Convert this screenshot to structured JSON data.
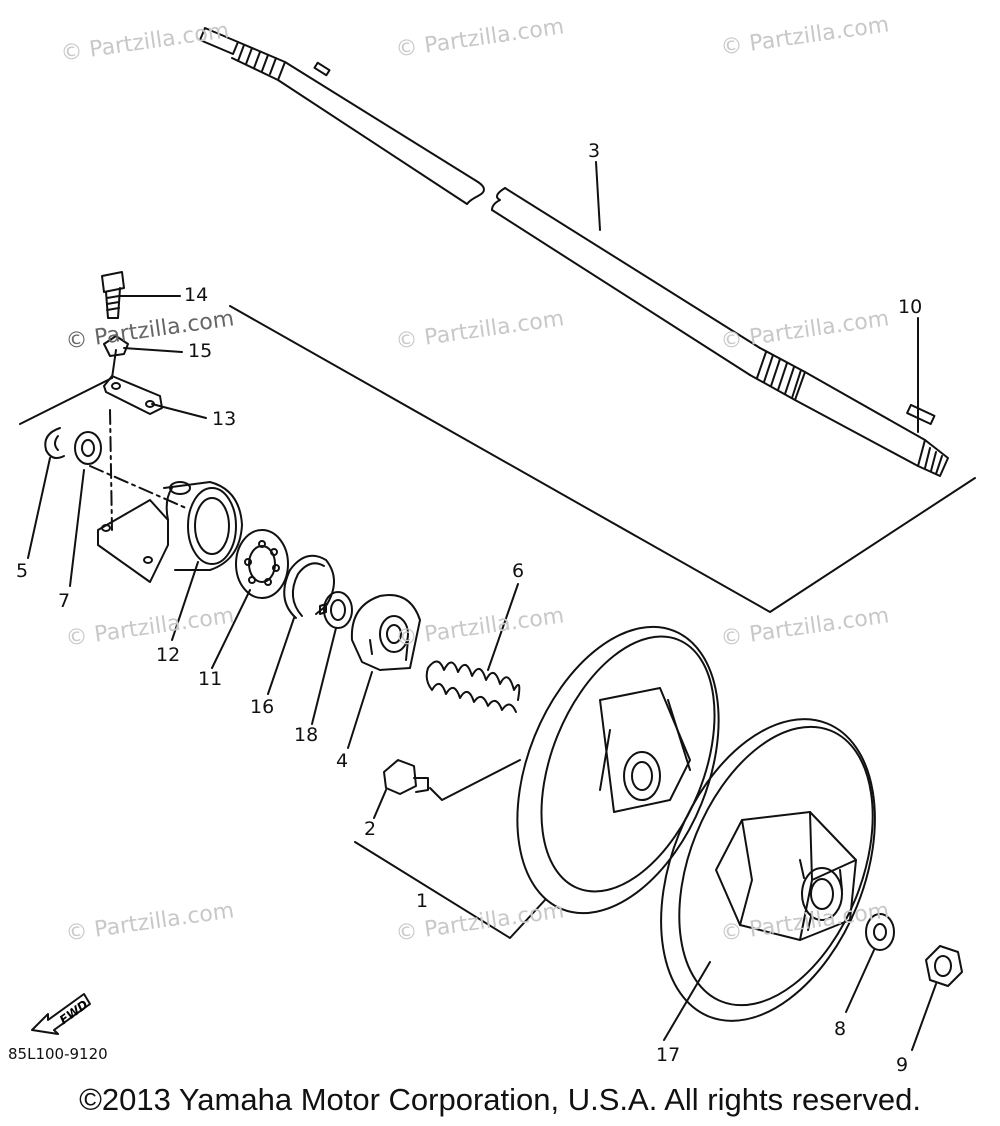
{
  "watermark": "© Partzilla.com",
  "parts": [
    {
      "id": "part-1",
      "number": "1"
    },
    {
      "id": "part-2",
      "number": "2"
    },
    {
      "id": "part-3",
      "number": "3"
    },
    {
      "id": "part-4",
      "number": "4"
    },
    {
      "id": "part-5",
      "number": "5"
    },
    {
      "id": "part-6",
      "number": "6"
    },
    {
      "id": "part-7",
      "number": "7"
    },
    {
      "id": "part-8",
      "number": "8"
    },
    {
      "id": "part-9",
      "number": "9"
    },
    {
      "id": "part-10",
      "number": "10"
    },
    {
      "id": "part-11",
      "number": "11"
    },
    {
      "id": "part-12",
      "number": "12"
    },
    {
      "id": "part-13",
      "number": "13"
    },
    {
      "id": "part-14",
      "number": "14"
    },
    {
      "id": "part-15",
      "number": "15"
    },
    {
      "id": "part-16",
      "number": "16"
    },
    {
      "id": "part-17",
      "number": "17"
    },
    {
      "id": "part-18",
      "number": "18"
    }
  ],
  "forward_label": "FWD",
  "diagram_code": "85L100-9120",
  "copyright": "©2013 Yamaha Motor Corporation, U.S.A. All rights reserved."
}
